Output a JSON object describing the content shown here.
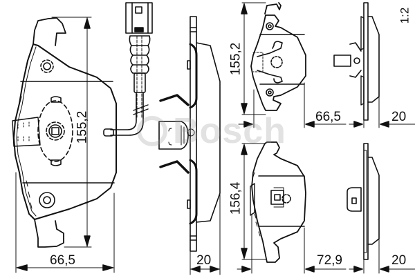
{
  "drawing": {
    "brand_watermark": "Bosch",
    "scale": "1:2",
    "views": {
      "front_pad_large": {
        "height_label": "155,2",
        "width_label": "66,5"
      },
      "side_view_with_sensor": {
        "thickness_label": "20"
      },
      "top_right_pad": {
        "height_label": "155,2",
        "width_label": "66,5",
        "thickness_label": "20"
      },
      "bottom_right_pad": {
        "height_label": "156,4",
        "width_label": "72,9",
        "thickness_label": "20"
      }
    },
    "colors": {
      "line": "#111111",
      "watermark": "#969696",
      "background": "#ffffff"
    }
  }
}
